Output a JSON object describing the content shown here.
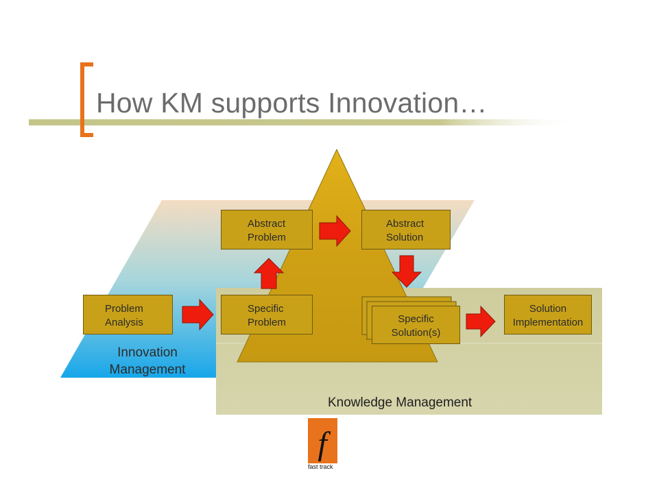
{
  "title": "How KM supports Innovation…",
  "boxes": {
    "abstract_problem": {
      "line1": "Abstract",
      "line2": "Problem"
    },
    "abstract_solution": {
      "line1": "Abstract",
      "line2": "Solution"
    },
    "problem_analysis": {
      "line1": "Problem",
      "line2": "Analysis"
    },
    "specific_problem": {
      "line1": "Specific",
      "line2": "Problem"
    },
    "specific_solutions": {
      "line1": "Specific",
      "line2": "Solution(s)"
    },
    "solution_implementation": {
      "line1": "Solution",
      "line2": "Implementation"
    }
  },
  "areas": {
    "innovation_management": {
      "line1": "Innovation",
      "line2": "Management"
    },
    "knowledge_management": "Knowledge Management"
  },
  "logo": {
    "glyph": "f",
    "caption": "fast track"
  },
  "colors": {
    "accent_orange": "#e8731c",
    "title_rule": "#c8c88e",
    "pyramid_gold": "#d4a20f",
    "box_gold": "#c9a118",
    "km_panel": "#d3d2a5",
    "arrow_red": "#ee1c0c",
    "innovation_blue": "#29a9e6"
  }
}
